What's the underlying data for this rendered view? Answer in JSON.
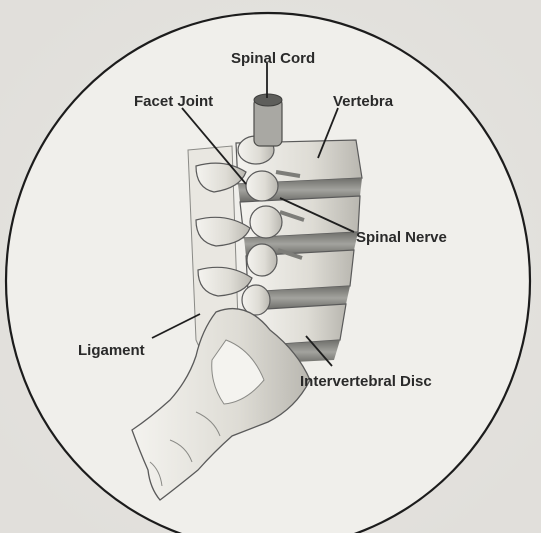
{
  "labels": {
    "spinal_cord": "Spinal Cord",
    "facet_joint": "Facet Joint",
    "vertebra": "Vertebra",
    "spinal_nerve": "Spinal Nerve",
    "ligament": "Ligament",
    "intervertebral_disc": "Intervertebral Disc"
  },
  "colors": {
    "background": "#d9d9d7",
    "circle_fill": "#f1f0ec",
    "bone": "#e6e4dd",
    "disc": "#8c8c88",
    "text": "#2a2a2a"
  }
}
